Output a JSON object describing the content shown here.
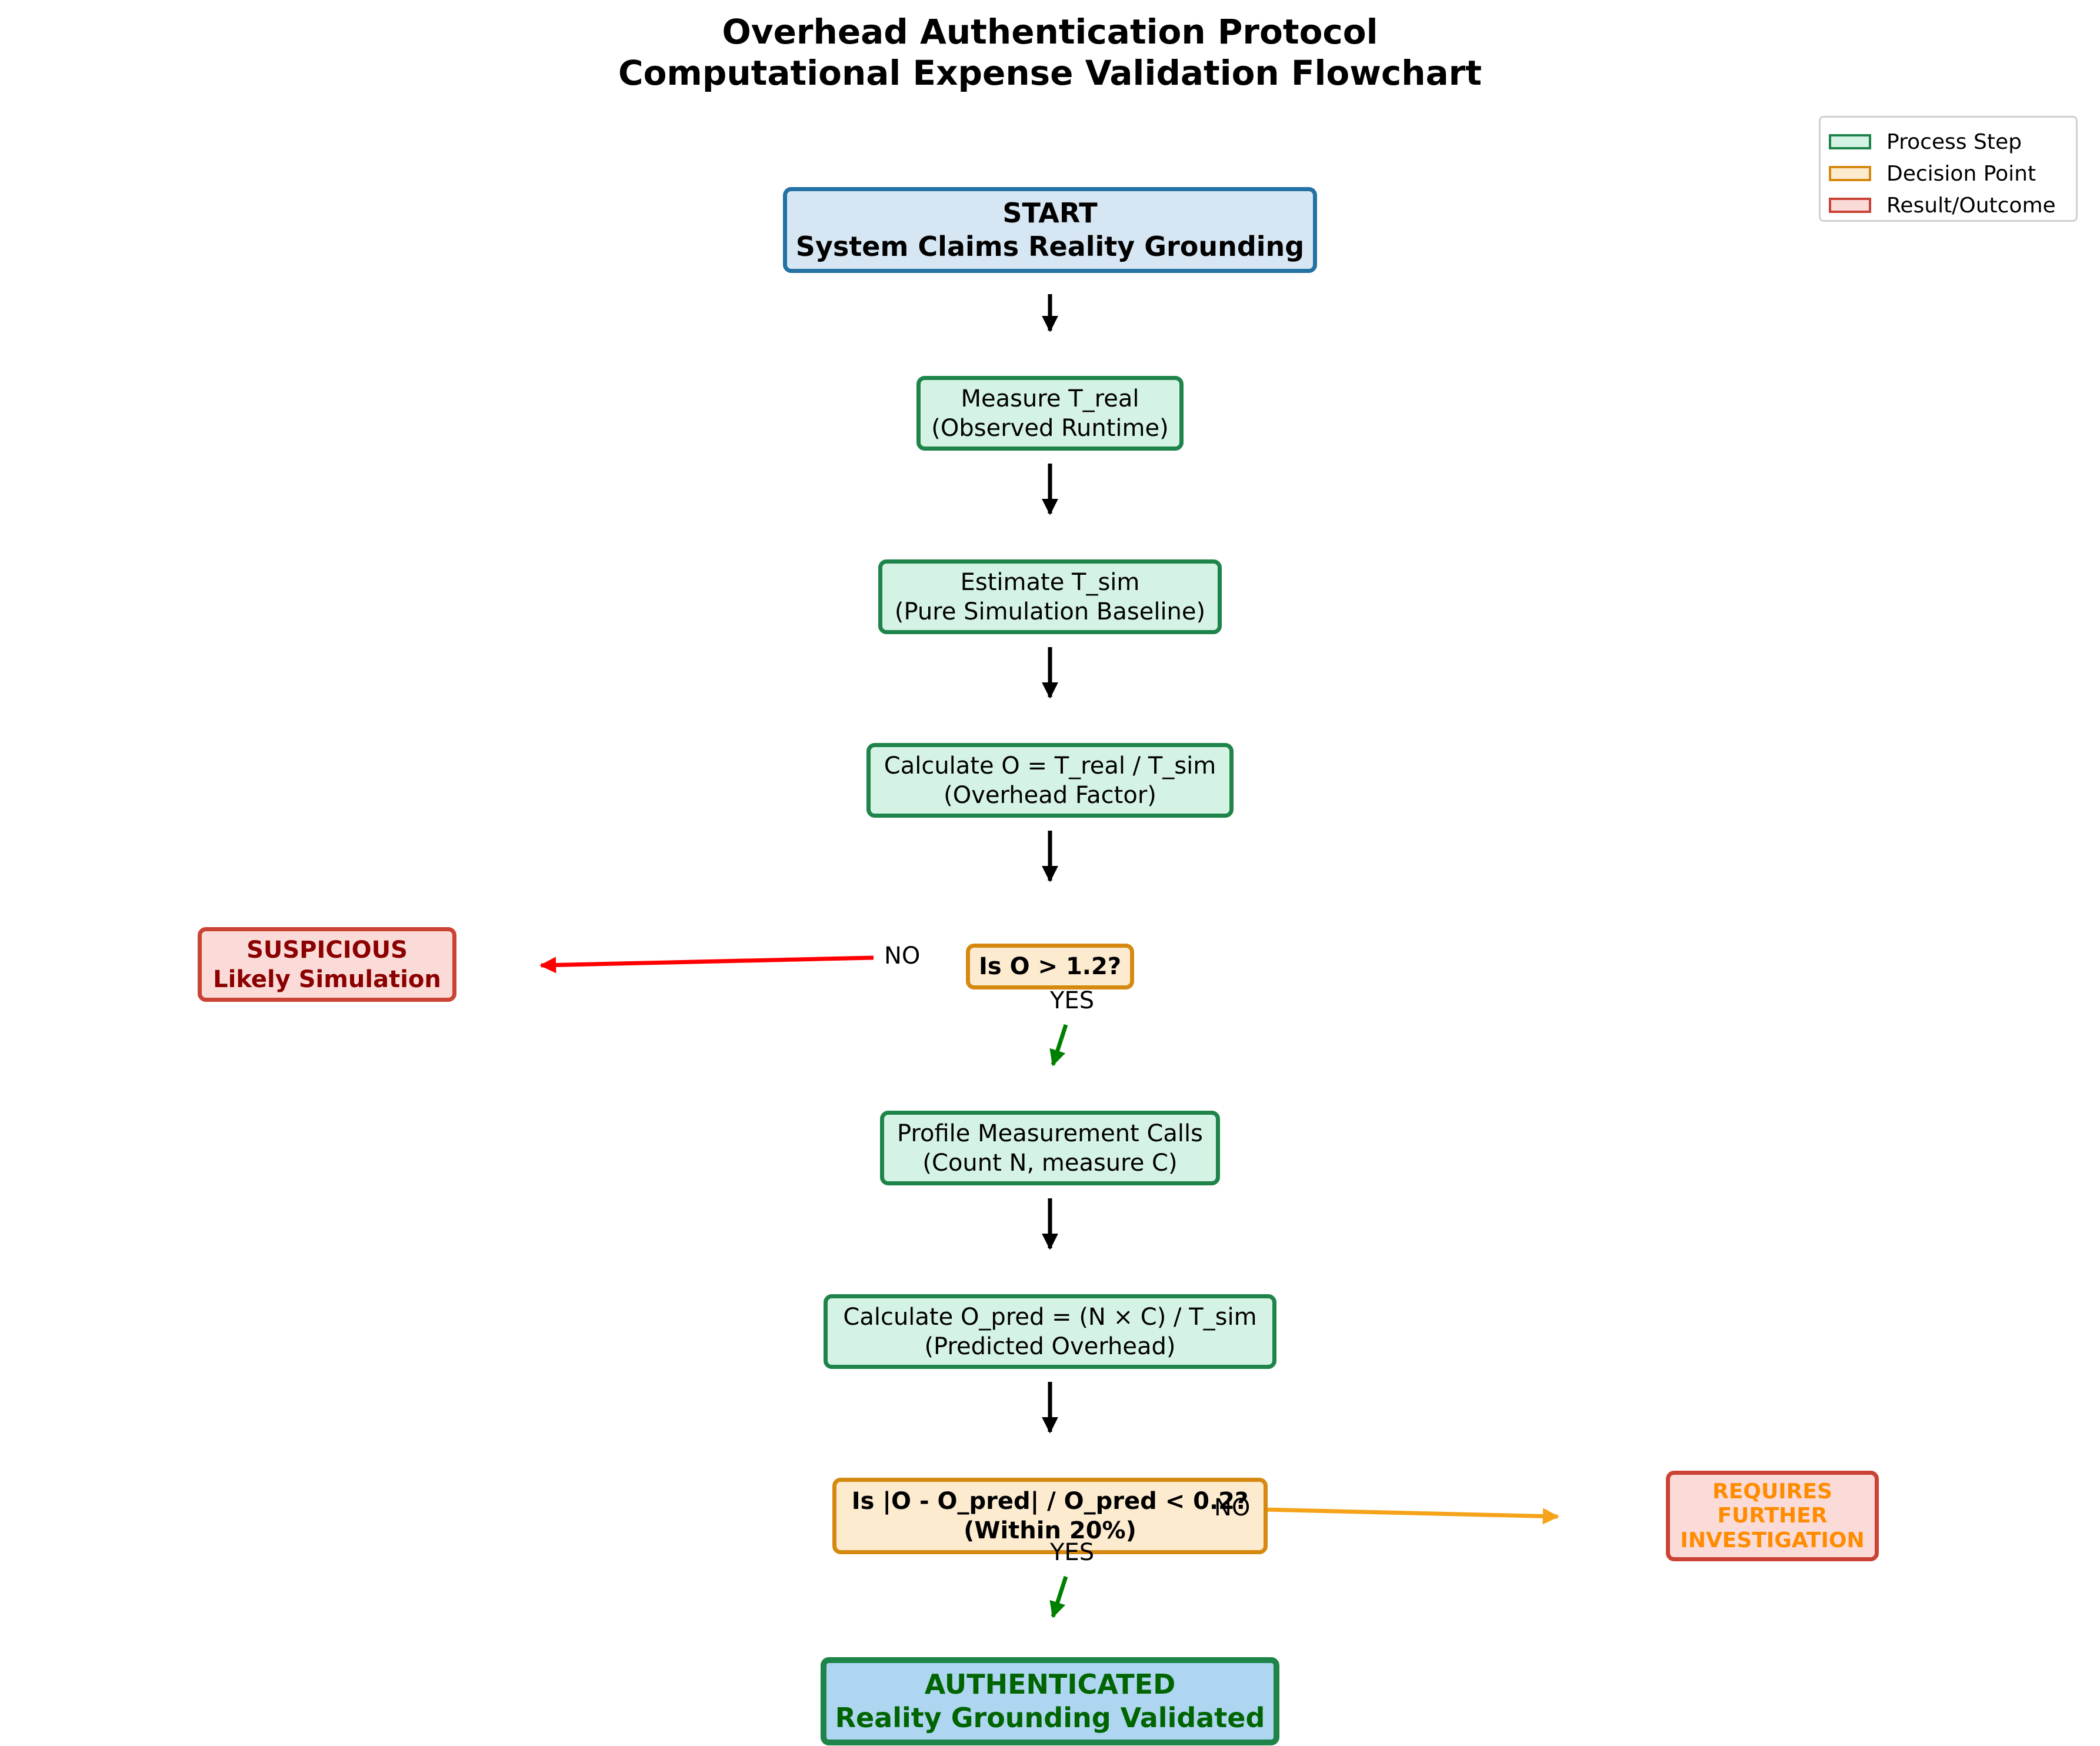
{
  "title": {
    "line1": "Overhead Authentication Protocol",
    "line2": "Computational Expense Validation Flowchart"
  },
  "nodes": {
    "start": {
      "line1": "START",
      "line2": "System Claims Reality Grounding"
    },
    "measure": {
      "line1": "Measure T_real",
      "line2": "(Observed Runtime)"
    },
    "estimate": {
      "line1": "Estimate T_sim",
      "line2": "(Pure Simulation Baseline)"
    },
    "calc_o": {
      "line1": "Calculate O = T_real / T_sim",
      "line2": "(Overhead Factor)"
    },
    "decision1": {
      "line1": "Is O > 1.2?"
    },
    "suspicious": {
      "line1": "SUSPICIOUS",
      "line2": "Likely Simulation"
    },
    "profile": {
      "line1": "Profile Measurement Calls",
      "line2": "(Count N, measure C)"
    },
    "calc_pred": {
      "line1": "Calculate O_pred = (N × C) / T_sim",
      "line2": "(Predicted Overhead)"
    },
    "decision2": {
      "line1": "Is |O - O_pred| / O_pred < 0.2?",
      "line2": "(Within 20%)"
    },
    "investigate": {
      "line1": "REQUIRES",
      "line2": "FURTHER",
      "line3": "INVESTIGATION"
    },
    "authenticated": {
      "line1": "AUTHENTICATED",
      "line2": "Reality Grounding Validated"
    }
  },
  "edge_labels": {
    "d1_no": "NO",
    "d1_yes": "YES",
    "d2_no": "NO",
    "d2_yes": "YES"
  },
  "legend": {
    "items": [
      {
        "label": "Process Step",
        "fill": "#d5f3e4",
        "stroke": "#1e8449"
      },
      {
        "label": "Decision Point",
        "fill": "#fdebd0",
        "stroke": "#d68910"
      },
      {
        "label": "Result/Outcome",
        "fill": "#fadbd8",
        "stroke": "#cb4335"
      }
    ]
  },
  "colors": {
    "arrow_default": "#000000",
    "arrow_no_suspicious": "#ff0000",
    "arrow_no_investigate": "#f5a31a",
    "arrow_yes": "#008000"
  }
}
